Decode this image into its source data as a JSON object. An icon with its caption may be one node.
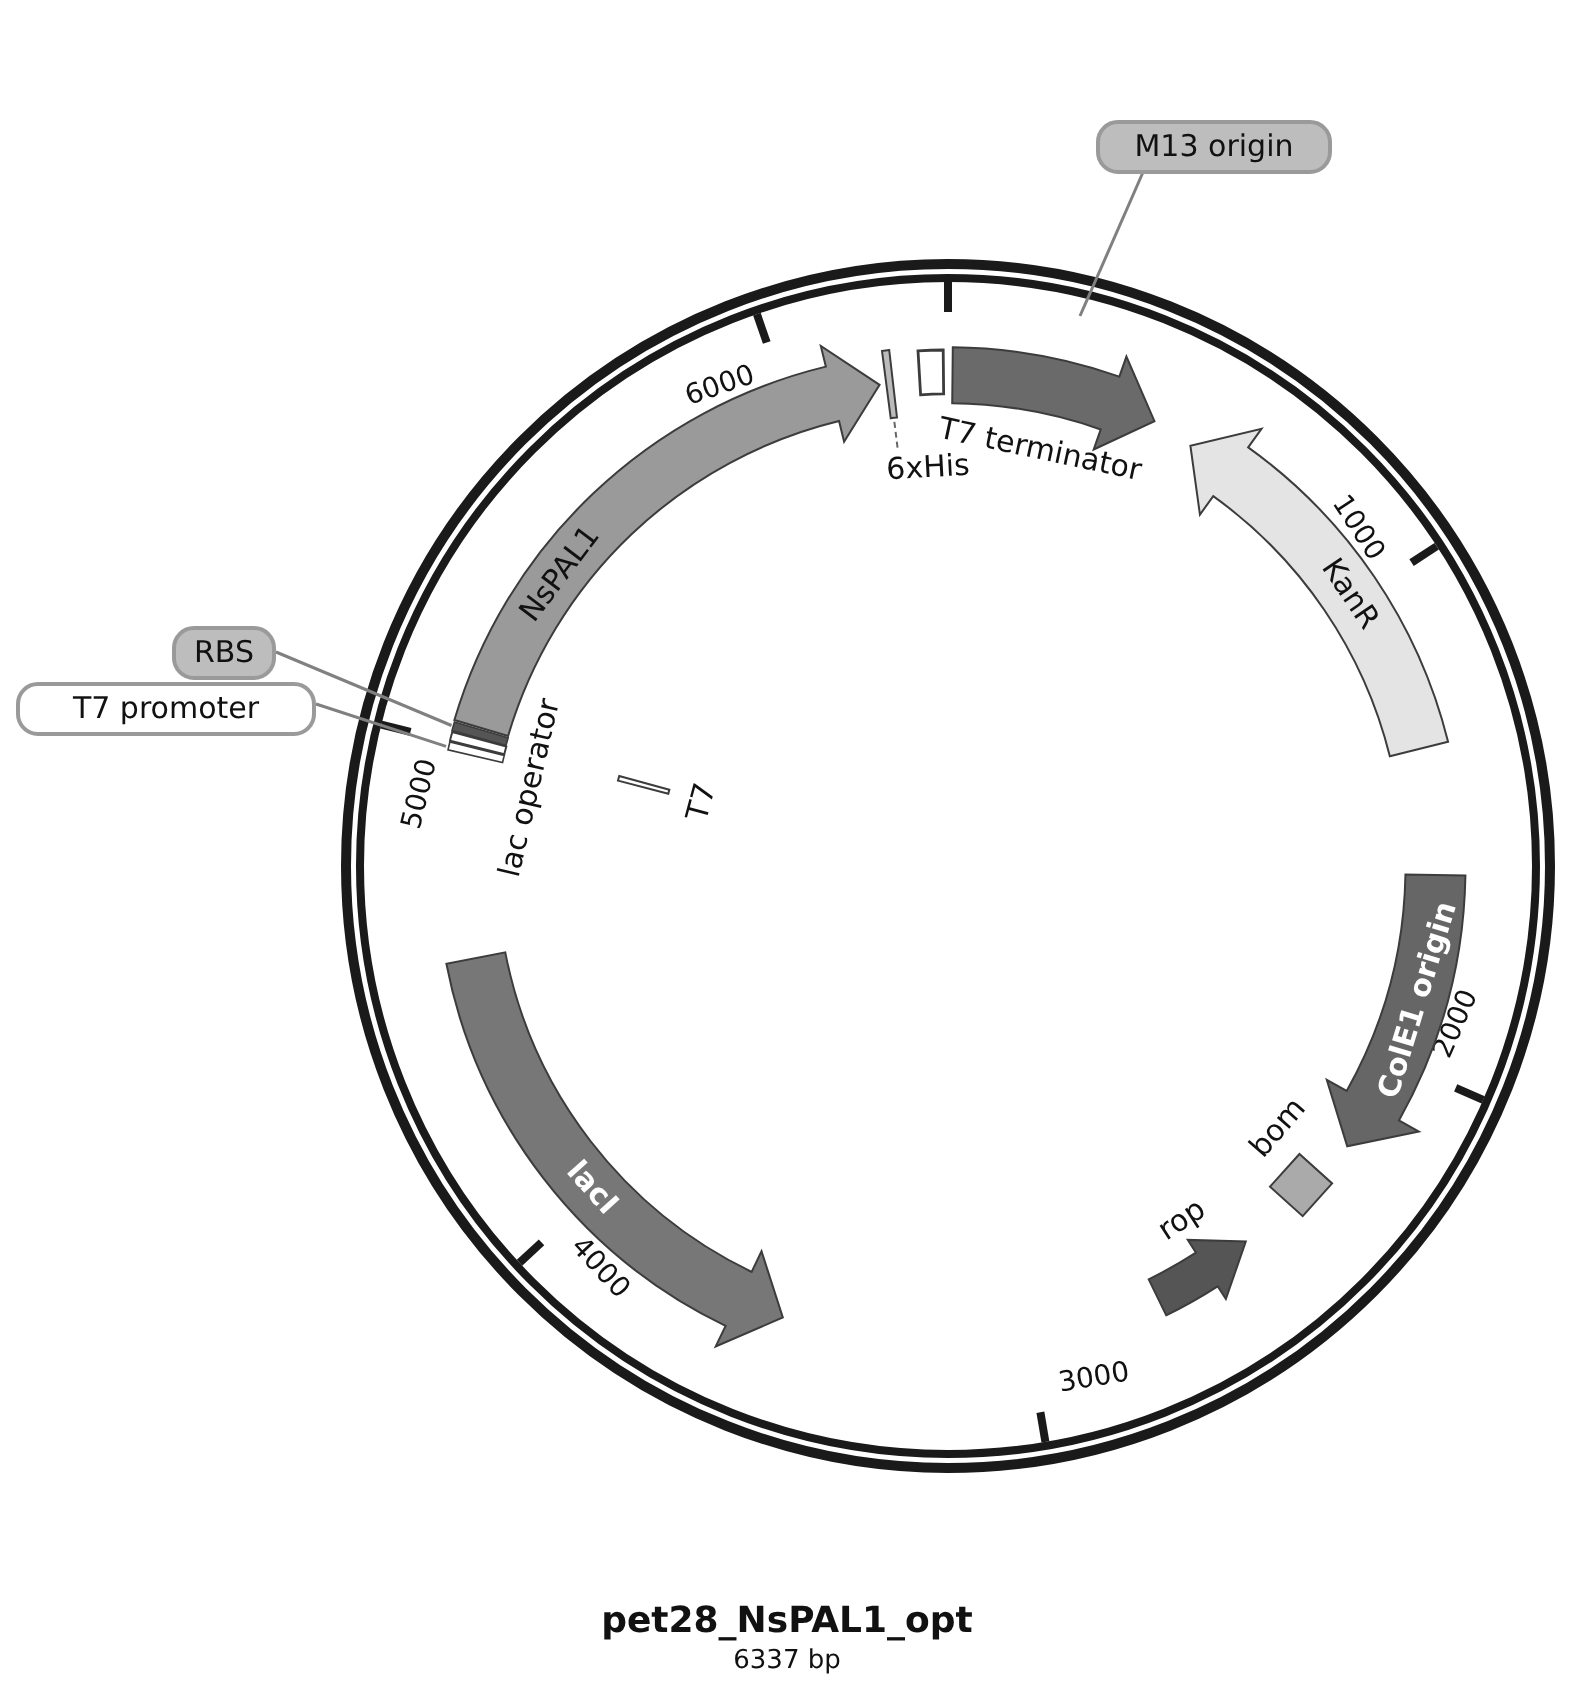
{
  "diagram": {
    "title": "pet28_NsPAL1_opt",
    "caption": "6337 bp",
    "nodes": [
      {
        "text": [
          "M13 origin"
        ]
      },
      {
        "text": [
          "NsPAL1"
        ]
      },
      {
        "text": [
          "6xHis"
        ]
      },
      {
        "text": [],
        "shape": "box"
      },
      {
        "text": [
          "T7 terminator"
        ]
      },
      {
        "text": [
          "KanR"
        ]
      },
      {
        "text": [
          "RBS"
        ]
      },
      {
        "text": [
          "T7 promoter"
        ]
      },
      {
        "text": [],
        "shape": "bar"
      },
      {
        "text": [],
        "shape": "bar"
      },
      {
        "text": [
          "lac operator"
        ]
      },
      {
        "text": [
          "T7"
        ]
      },
      {
        "text": [
          "ColE1 origin"
        ]
      },
      {
        "text": [
          "bom"
        ]
      },
      {
        "text": [
          "rop"
        ]
      },
      {
        "text": [
          "lacI"
        ]
      }
    ],
    "edges": [
      {
        "from": 0,
        "to": null,
        "arrow": "none"
      },
      {
        "from": 6,
        "to": 8,
        "arrow": "none"
      },
      {
        "from": 7,
        "to": 9,
        "arrow": "none"
      }
    ],
    "labels": [
      "6000",
      "1000",
      "5000",
      "2000",
      "4000",
      "3000"
    ]
  }
}
